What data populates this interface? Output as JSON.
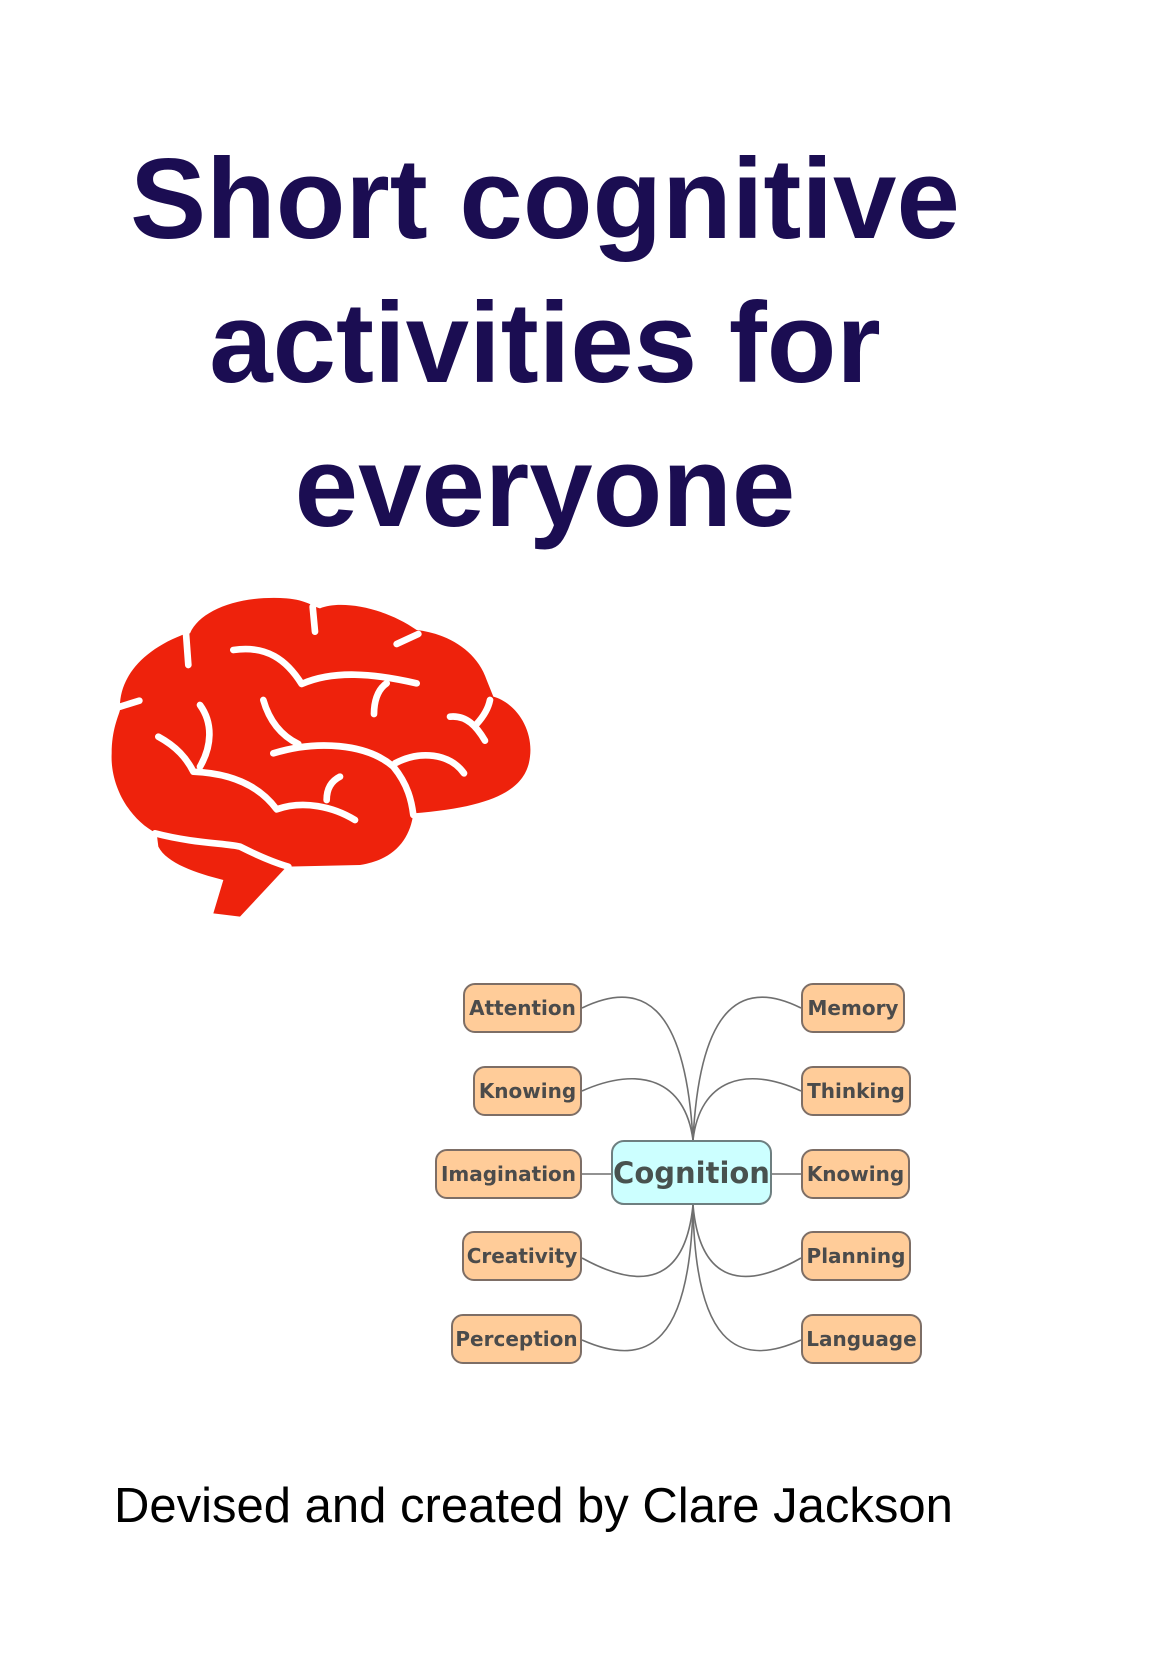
{
  "title": {
    "lines": [
      "Short cognitive",
      "activities for",
      "everyone"
    ]
  },
  "colors": {
    "title": "#1b0d52",
    "brain": "#ee220c",
    "node_fill": "#ffcc99",
    "center_fill": "#ccffff"
  },
  "mind_map": {
    "center": "Cognition",
    "left": [
      "Attention",
      "Knowing",
      "Imagination",
      "Creativity",
      "Perception"
    ],
    "right": [
      "Memory",
      "Thinking",
      "Knowing",
      "Planning",
      "Language"
    ]
  },
  "byline": "Devised and created by Clare Jackson"
}
